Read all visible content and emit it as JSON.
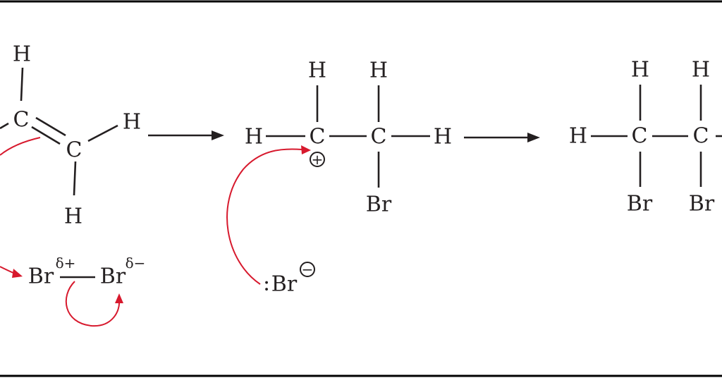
{
  "colors": {
    "ink": "#231f20",
    "electron_arrow": "#d7192d"
  },
  "step1": {
    "alkene": {
      "h_top": "H",
      "c1": "C",
      "c2": "C",
      "h_right": "H",
      "h_bottom": "H"
    },
    "bromine": {
      "br1": "Br",
      "br2": "Br",
      "delta_plus": "δ+",
      "delta_minus": "δ−"
    }
  },
  "step2": {
    "carbocation": {
      "h_left": "H",
      "c1": "C",
      "c2": "C",
      "h_right": "H",
      "h_top1": "H",
      "h_top2": "H",
      "br": "Br",
      "charge": "+"
    },
    "bromide": {
      "lone_pair": ":",
      "br": "Br",
      "charge": "−"
    }
  },
  "step3": {
    "product": {
      "h_left": "H",
      "c1": "C",
      "c2": "C",
      "h_top1": "H",
      "h_top2": "H",
      "br1": "Br",
      "br2": "Br"
    }
  }
}
